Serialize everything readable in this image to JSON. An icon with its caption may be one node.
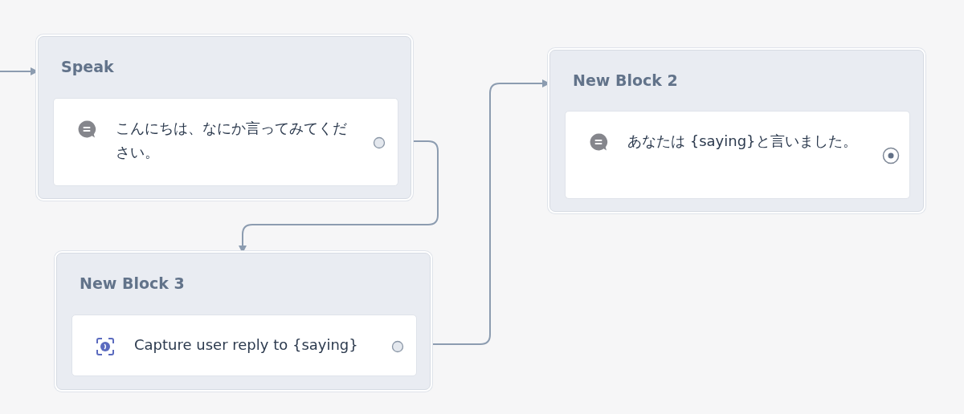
{
  "diagram": {
    "nodes": [
      {
        "text": [
          "Speak"
        ]
      },
      {
        "text": [
          "こんにちは、なにか言ってみてください。"
        ],
        "in": 0
      },
      {
        "text": [
          "New Block 3"
        ]
      },
      {
        "text": [
          "Capture user reply to {saying}"
        ],
        "in": 2
      },
      {
        "text": [
          "New Block 2"
        ]
      },
      {
        "text": [
          "あなたは {saying}と言いました。"
        ],
        "in": 4
      }
    ],
    "edges": [
      {
        "from": null,
        "to": 0,
        "arrow": "to"
      },
      {
        "from": 1,
        "to": 2,
        "arrow": "to"
      },
      {
        "from": 3,
        "to": 4,
        "arrow": "to"
      }
    ]
  }
}
